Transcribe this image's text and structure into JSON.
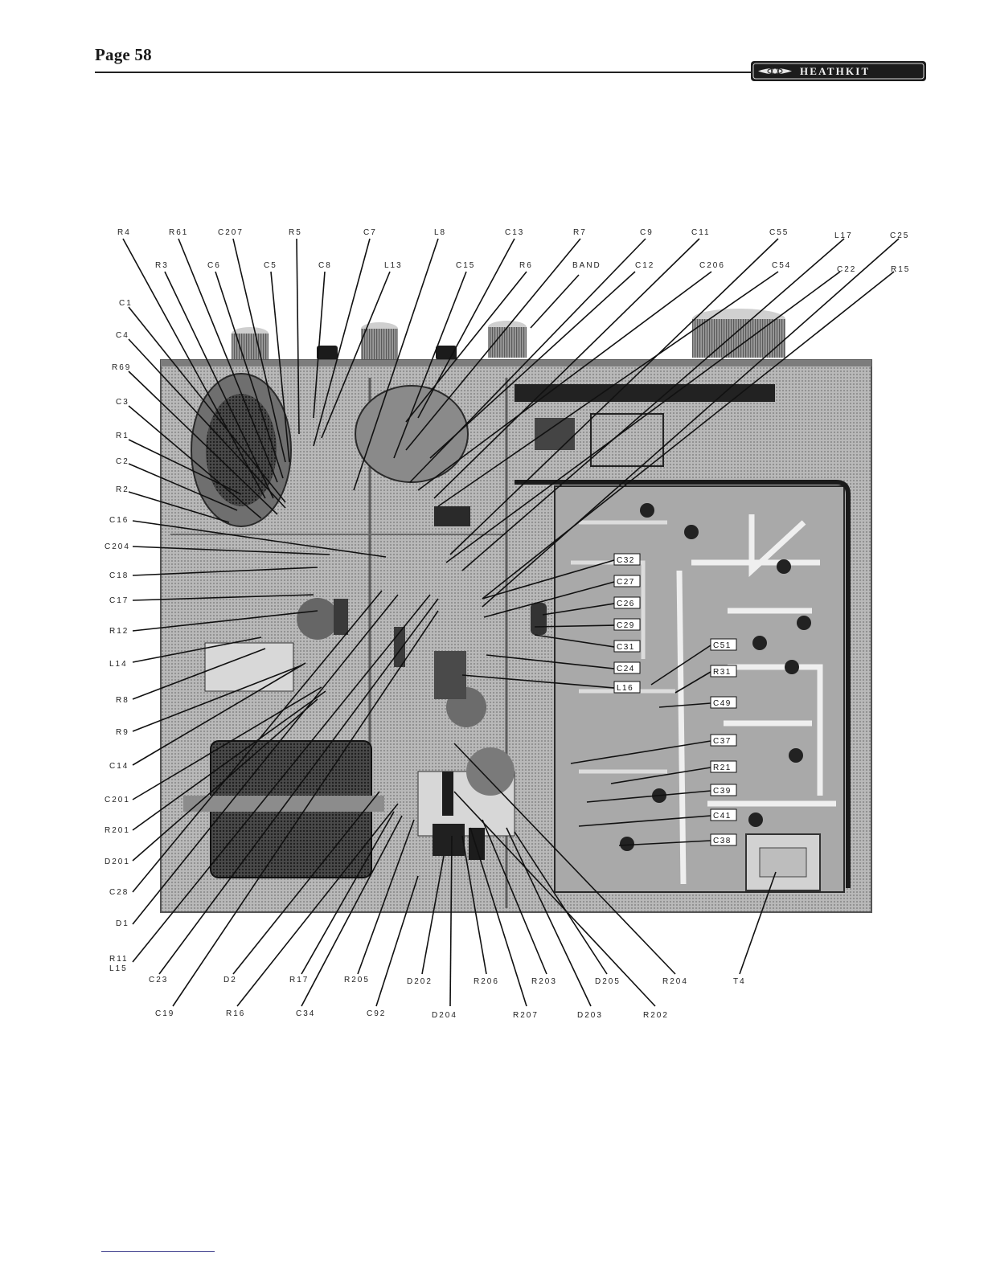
{
  "header": {
    "page_label": "Page 58",
    "logo_text": "HEATHKIT"
  },
  "figure": {
    "labels": {
      "top_row1": [
        "R4",
        "R61",
        "C207",
        "R5",
        "C7",
        "L8",
        "C13",
        "R7",
        "C9",
        "C11",
        "C55",
        "L17",
        "C25"
      ],
      "top_row2": [
        "R3",
        "C6",
        "C5",
        "C8",
        "L13",
        "C15",
        "R6",
        "BAND",
        "C12",
        "C206",
        "C54",
        "C22",
        "R15"
      ],
      "left_col": [
        "C1",
        "C4",
        "R69",
        "C3",
        "R1",
        "C2",
        "R2",
        "C16",
        "C204",
        "C18",
        "C17",
        "R12",
        "L14",
        "R8",
        "R9",
        "C14",
        "C201",
        "R201",
        "D201",
        "C28",
        "D1",
        "R11",
        "L15"
      ],
      "bottom_row1": [
        "C23",
        "D2",
        "R17",
        "R205",
        "D202",
        "R206",
        "R203",
        "D205",
        "R204",
        "T4"
      ],
      "bottom_row2": [
        "C19",
        "R16",
        "C34",
        "C92",
        "D204",
        "R207",
        "D203",
        "R202"
      ],
      "boxed_center": [
        "C32",
        "C27",
        "C26",
        "C29",
        "C31",
        "C24",
        "L16"
      ],
      "boxed_right": [
        "C51",
        "R31",
        "C49",
        "C37",
        "R21",
        "C39",
        "C41",
        "C38"
      ]
    }
  }
}
